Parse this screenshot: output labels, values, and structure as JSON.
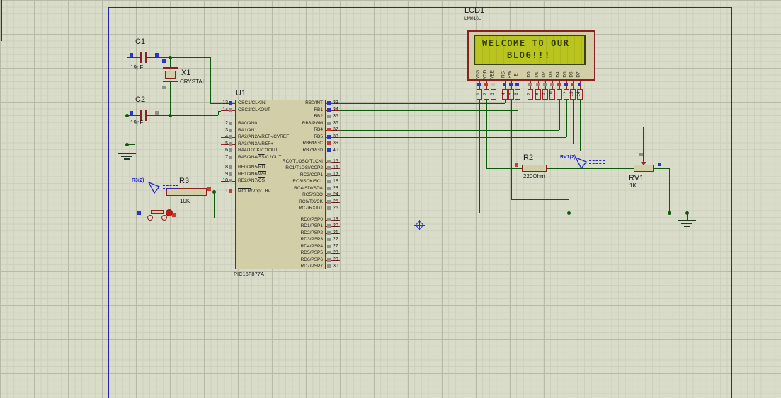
{
  "app": {
    "canvas": "schematic-sheet"
  },
  "palette": {
    "wire": "#0a5a0a",
    "component_outline": "#8b2020",
    "component_fill": "#d2cfa8",
    "sheet_border": "#2626a8",
    "pad_blue": "#2a35cc",
    "pad_red": "#cd3a2e",
    "pad_gray": "#8f9086",
    "pad_lightgray": "#c6c6bd",
    "probe_blue": "#2228c8",
    "lcd_screen_bg": "#b9c41f",
    "lcd_text": "#333b05"
  },
  "lcd": {
    "ref": "LCD1",
    "part": "LM016L",
    "line1": "WELCOME TO OUR",
    "line2": "BLOG!!!",
    "pins": [
      {
        "num": "1",
        "label": "VSS",
        "state": "blue"
      },
      {
        "num": "2",
        "label": "VDD",
        "state": "red"
      },
      {
        "num": "3",
        "label": "VEE",
        "state": "lightgray"
      },
      {
        "num": "4",
        "label": "RS",
        "state": "blue"
      },
      {
        "num": "5",
        "label": "RW",
        "state": "blue"
      },
      {
        "num": "6",
        "label": "E",
        "state": "blue"
      },
      {
        "num": "7",
        "label": "D0",
        "state": "gray"
      },
      {
        "num": "8",
        "label": "D1",
        "state": "gray"
      },
      {
        "num": "9",
        "label": "D2",
        "state": "gray"
      },
      {
        "num": "10",
        "label": "D3",
        "state": "gray"
      },
      {
        "num": "11",
        "label": "D4",
        "state": "red"
      },
      {
        "num": "12",
        "label": "D5",
        "state": "blue"
      },
      {
        "num": "13",
        "label": "D6",
        "state": "red"
      },
      {
        "num": "14",
        "label": "D7",
        "state": "blue"
      }
    ]
  },
  "chip": {
    "ref": "U1",
    "part": "PIC16F877A",
    "left_pins": [
      {
        "num": "13",
        "label": "OSC1/CLKIN",
        "state": "blue"
      },
      {
        "num": "14",
        "label": "OSC2/CLKOUT",
        "state": "gray"
      },
      {
        "num": "2",
        "label": "RA0/AN0",
        "state": "gray"
      },
      {
        "num": "3",
        "label": "RA1/AN1",
        "state": "gray"
      },
      {
        "num": "4",
        "label": "RA2/AN2/VREF-/CVREF",
        "state": "gray"
      },
      {
        "num": "5",
        "label": "RA3/AN3/VREF+",
        "state": "gray"
      },
      {
        "num": "6",
        "label": "RA4/T0CKI/C1OUT",
        "state": "gray"
      },
      {
        "num": "7",
        "label": "RA5/AN4/^SS^/C2OUT",
        "state": "gray"
      },
      {
        "num": "8",
        "label": "RE0/AN5/^RD^",
        "state": "gray"
      },
      {
        "num": "9",
        "label": "RE1/AN6/^WR^",
        "state": "gray"
      },
      {
        "num": "10",
        "label": "RE2/AN7/^CS^",
        "state": "gray"
      },
      {
        "num": "1",
        "label": "^MCLR^/Vpp/THV",
        "state": "red"
      }
    ],
    "right_pins": [
      {
        "num": "33",
        "label": "RB0/INT",
        "state": "blue"
      },
      {
        "num": "34",
        "label": "RB1",
        "state": "blue"
      },
      {
        "num": "35",
        "label": "RB2",
        "state": "gray"
      },
      {
        "num": "36",
        "label": "RB3/PGM",
        "state": "gray"
      },
      {
        "num": "37",
        "label": "RB4",
        "state": "red"
      },
      {
        "num": "38",
        "label": "RB5",
        "state": "blue"
      },
      {
        "num": "39",
        "label": "RB6/PGC",
        "state": "red"
      },
      {
        "num": "40",
        "label": "RB7/PGD",
        "state": "blue"
      },
      {
        "num": "15",
        "label": "RC0/T1OSO/T1CKI",
        "state": "gray"
      },
      {
        "num": "16",
        "label": "RC1/T1OSI/CCP2",
        "state": "gray"
      },
      {
        "num": "17",
        "label": "RC2/CCP1",
        "state": "gray"
      },
      {
        "num": "18",
        "label": "RC3/SCK/SCL",
        "state": "gray"
      },
      {
        "num": "23",
        "label": "RC4/SDI/SDA",
        "state": "gray"
      },
      {
        "num": "24",
        "label": "RC5/SDO",
        "state": "gray"
      },
      {
        "num": "25",
        "label": "RC6/TX/CK",
        "state": "gray"
      },
      {
        "num": "26",
        "label": "RC7/RX/DT",
        "state": "gray"
      },
      {
        "num": "19",
        "label": "RD0/PSP0",
        "state": "gray"
      },
      {
        "num": "20",
        "label": "RD1/PSP1",
        "state": "gray"
      },
      {
        "num": "21",
        "label": "RD2/PSP2",
        "state": "gray"
      },
      {
        "num": "22",
        "label": "RD3/PSP3",
        "state": "gray"
      },
      {
        "num": "27",
        "label": "RD4/PSP4",
        "state": "gray"
      },
      {
        "num": "28",
        "label": "RD5/PSP5",
        "state": "gray"
      },
      {
        "num": "29",
        "label": "RD6/PSP6",
        "state": "gray"
      },
      {
        "num": "30",
        "label": "RD7/PSP7",
        "state": "gray"
      }
    ]
  },
  "components": {
    "c1": {
      "ref": "C1",
      "value": "19pF"
    },
    "c2": {
      "ref": "C2",
      "value": "19pF"
    },
    "x1": {
      "ref": "X1",
      "value": "CRYSTAL"
    },
    "r3": {
      "ref": "R3",
      "value": "10K"
    },
    "r2": {
      "ref": "R2",
      "value": "220Ohm"
    },
    "rv1": {
      "ref": "RV1",
      "value": "1K"
    }
  },
  "probes": {
    "r3": "R3(2)",
    "rv1": "RV1(2)"
  },
  "stray_pads": [
    {
      "name": "c1-left",
      "state": "blue"
    },
    {
      "name": "c1-right",
      "state": "blue"
    },
    {
      "name": "x1-top",
      "state": "blue"
    },
    {
      "name": "x1-bottom",
      "state": "gray"
    },
    {
      "name": "c2-left",
      "state": "blue"
    },
    {
      "name": "c2-right",
      "state": "gray"
    },
    {
      "name": "button-left",
      "state": "blue"
    },
    {
      "name": "button-right",
      "state": "red"
    },
    {
      "name": "r3-right",
      "state": "red"
    },
    {
      "num": "",
      "name": "r2-left",
      "state": "red"
    },
    {
      "name": "rv1-wiper",
      "state": "gray"
    },
    {
      "name": "rv1-right",
      "state": "blue"
    }
  ]
}
